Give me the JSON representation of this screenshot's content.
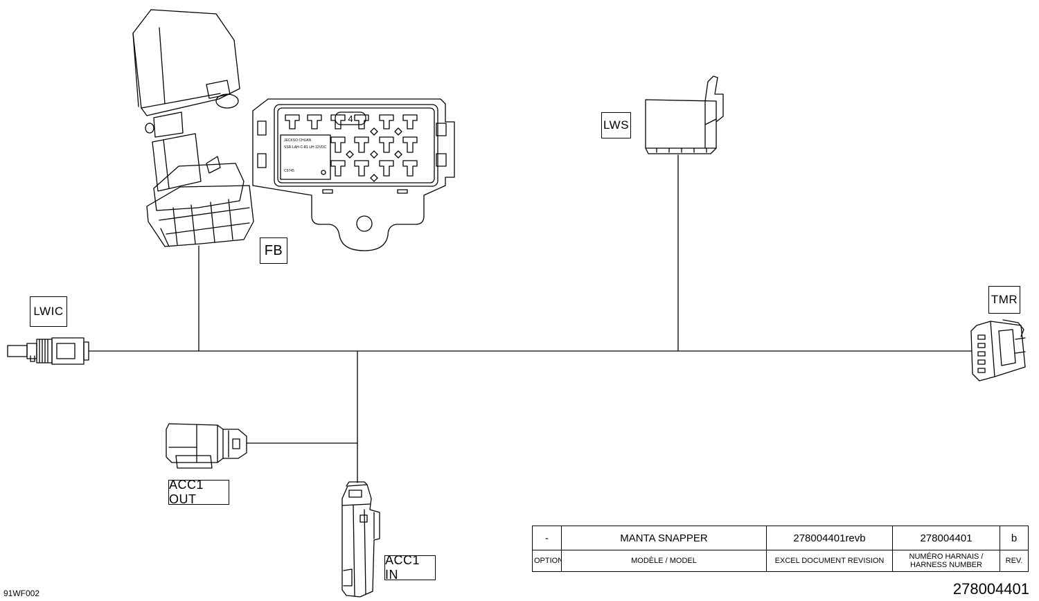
{
  "labels": {
    "fb": "FB",
    "lws": "LWS",
    "lwic": "LWIC",
    "tmr": "TMR",
    "acc1_out": "ACC1 OUT",
    "acc1_in": "ACC1 IN"
  },
  "fuse_box": {
    "tab_number": "4",
    "text_line_1": "JECKSO CHUAN",
    "text_line_2": "SSR-LAH-C-R1 UH 12VDC",
    "text_line_3": "C5745"
  },
  "title_block": {
    "values": {
      "option": "-",
      "model": "MANTA SNAPPER",
      "excel_revision": "278004401revb",
      "harness_number": "278004401",
      "rev": "b"
    },
    "headers": {
      "option": "OPTION",
      "model": "MODÈLE / MODEL",
      "excel_revision": "EXCEL DOCUMENT REVISION",
      "harness_number": "NUMÉRO HARNAIS / HARNESS NUMBER",
      "rev": "REV."
    }
  },
  "footer": {
    "drawing_code": "91WF002",
    "harness_id": "278004401"
  }
}
